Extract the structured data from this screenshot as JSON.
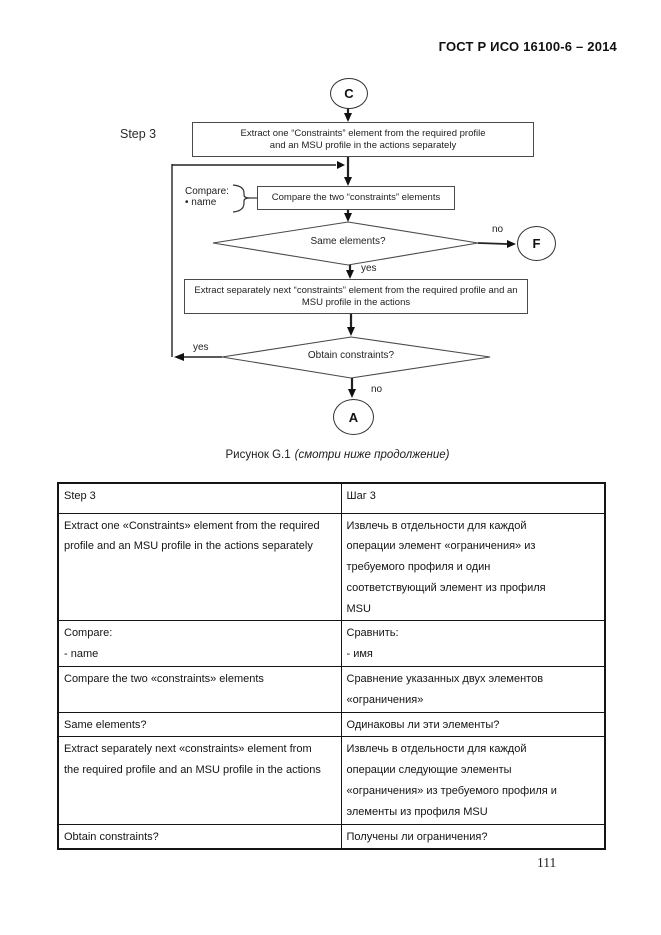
{
  "page": {
    "header": "ГОСТ Р ИСО 16100-6 – 2014",
    "page_number": "111"
  },
  "flowchart": {
    "step_label": "Step 3",
    "connector_top": "C",
    "connector_fail": "F",
    "connector_bottom": "A",
    "box_extract_one": "Extract one “Constraints” element from the required profile\nand an MSU profile in the actions separately",
    "compare_note": "Compare:\n• name",
    "box_compare": "Compare the two “constraints” elements",
    "decision_same": "Same elements?",
    "decision_same_no": "no",
    "decision_same_yes": "yes",
    "box_extract_next": "Extract separately next “constraints” element from the required profile and an\nMSU profile in the actions",
    "decision_obtain": "Obtain constraints?",
    "decision_obtain_yes": "yes",
    "decision_obtain_no": "no"
  },
  "caption": {
    "title": "Рисунок G.1",
    "note": "(смотри ниже продолжение)"
  },
  "table": {
    "rows": [
      {
        "en": "Step 3",
        "ru": "Шаг 3"
      },
      {
        "en": "Extract one «Constraints» element from the required\nprofile and an MSU profile in the actions separately",
        "ru": "Извлечь в отдельности для каждой\nоперации элемент «ограничения» из\nтребуемого профиля и один\nсоответствующий элемент из профиля\nMSU"
      },
      {
        "en": "Compare:\n- name",
        "ru": "Сравнить:\n- имя"
      },
      {
        "en": "Compare the two «constraints» elements",
        "ru": "Сравнение указанных двух элементов\n«ограничения»"
      },
      {
        "en": "Same elements?",
        "ru": "Одинаковы ли эти элементы?"
      },
      {
        "en": "Extract separately next «constraints» element from\nthe required profile and an MSU profile in the actions",
        "ru": "Извлечь в отдельности для каждой\nоперации следующие элементы\n«ограничения» из требуемого профиля и\nэлементы из профиля MSU"
      },
      {
        "en": "Obtain constraints?",
        "ru": "Получены ли ограничения?"
      }
    ]
  }
}
